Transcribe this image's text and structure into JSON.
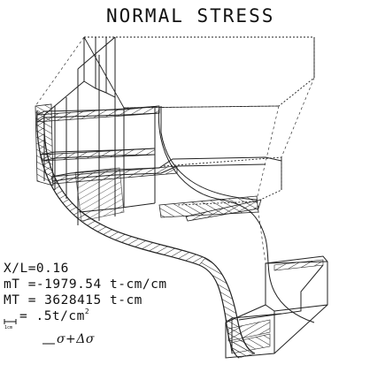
{
  "title": "NORMAL STRESS",
  "params": {
    "section": "X/L=0.16",
    "torsion_moment": "mT =-1979.54 t-cm/cm",
    "bending_moment": "MT = 3628415 t-cm",
    "scale": "= .5t/cm",
    "scale_unit_sup": "2",
    "scale_bar_label": "1cm",
    "legend": "σ+Δσ"
  }
}
